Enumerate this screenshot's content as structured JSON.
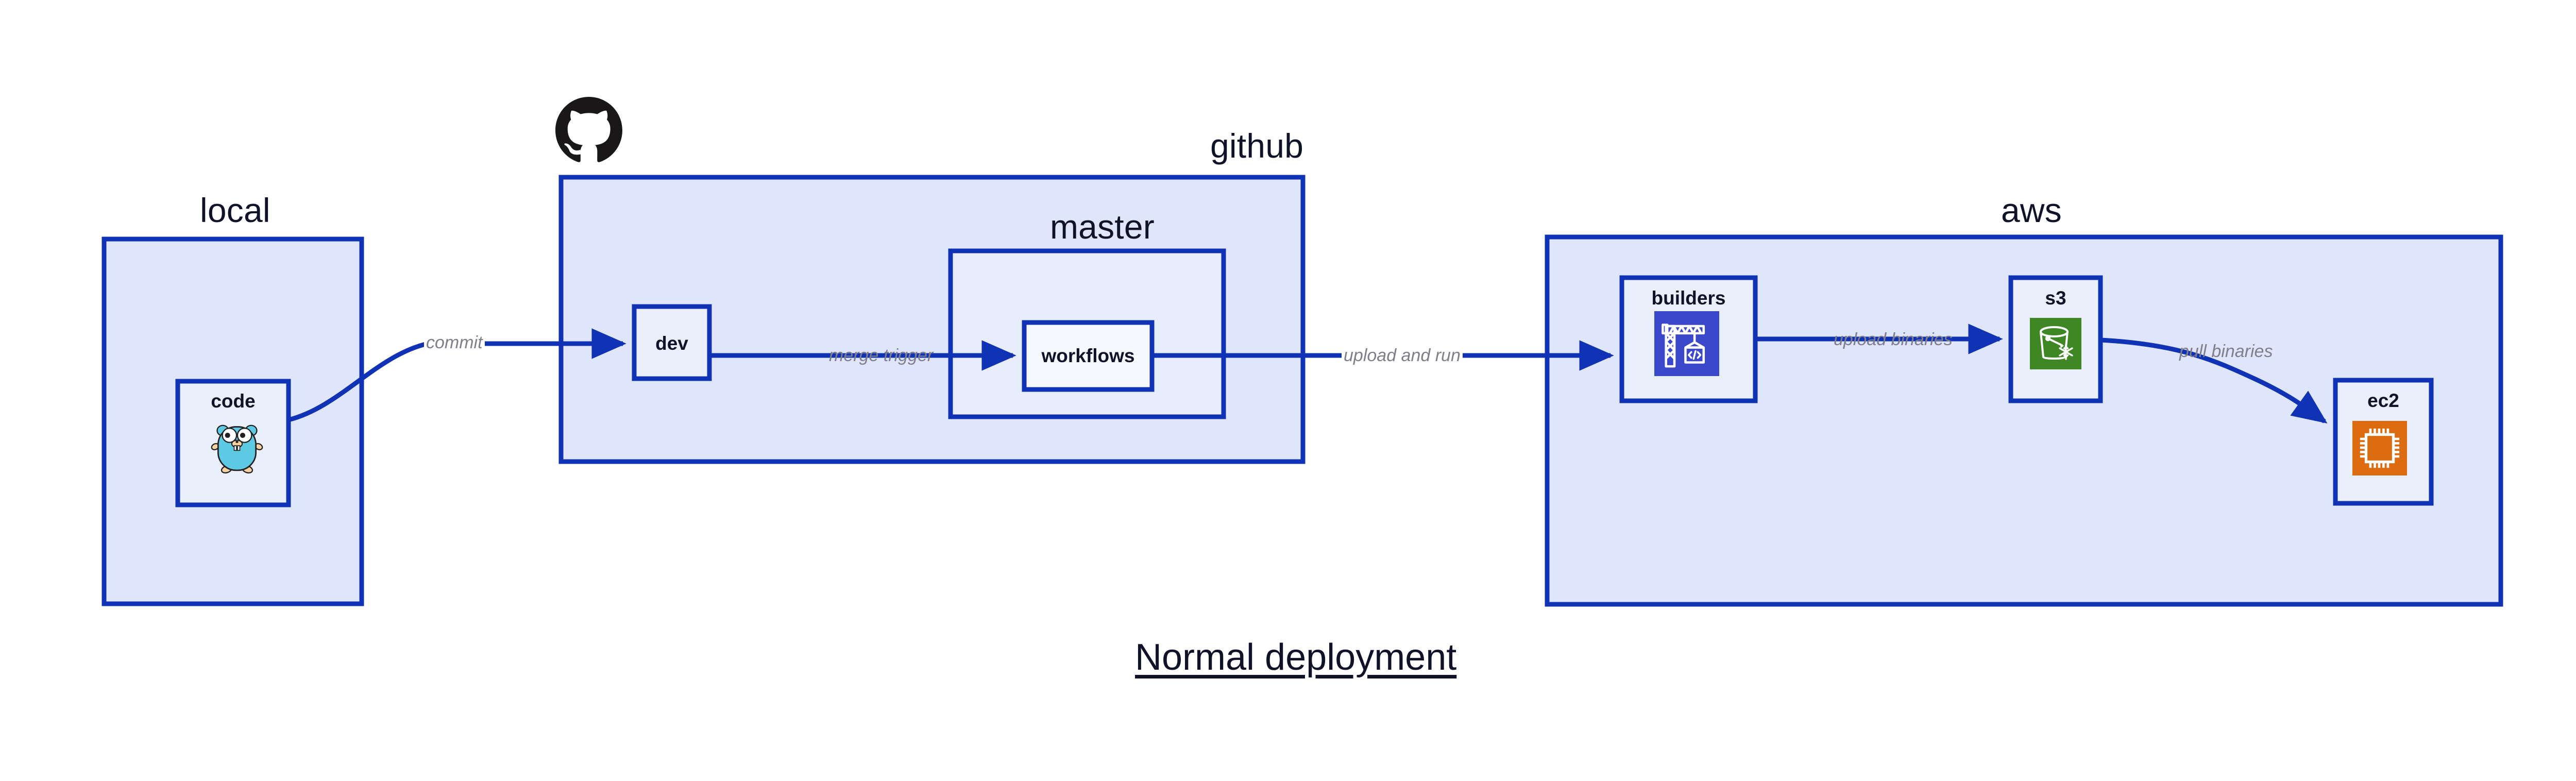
{
  "diagram": {
    "title": "Normal deployment",
    "style": {
      "cluster_fill": "#dfe5fa",
      "cluster_stroke": "#1033b5",
      "node_fill": "#eaeffc",
      "node_stroke": "#1033b5",
      "edge_stroke": "#1033b5",
      "label_color": "#101228",
      "edge_label_color": "#7f7f8c",
      "page_background": "#ffffff"
    },
    "clusters": [
      {
        "id": "local",
        "label": "local"
      },
      {
        "id": "github",
        "label": "github"
      },
      {
        "id": "master",
        "label": "master"
      },
      {
        "id": "aws",
        "label": "aws"
      }
    ],
    "nodes": [
      {
        "id": "code",
        "label": "code",
        "cluster": "local",
        "icon": "go-gopher-icon",
        "icon_color": "#5dc9e2"
      },
      {
        "id": "dev",
        "label": "dev",
        "cluster": "github",
        "icon": null,
        "icon_color": null
      },
      {
        "id": "workflows",
        "label": "workflows",
        "cluster": "master",
        "icon": null,
        "icon_color": null
      },
      {
        "id": "builders",
        "label": "builders",
        "cluster": "aws",
        "icon": "aws-codebuild-icon",
        "icon_color": "#3b48cc"
      },
      {
        "id": "s3",
        "label": "s3",
        "cluster": "aws",
        "icon": "aws-s3-glacier-icon",
        "icon_color": "#3f8624"
      },
      {
        "id": "ec2",
        "label": "ec2",
        "cluster": "aws",
        "icon": "aws-ec2-chip-icon",
        "icon_color": "#dd6b10"
      }
    ],
    "edges": [
      {
        "from": "code",
        "to": "dev",
        "label": "commit"
      },
      {
        "from": "dev",
        "to": "workflows",
        "label": "merge trigger"
      },
      {
        "from": "workflows",
        "to": "builders",
        "label": "upload and run"
      },
      {
        "from": "builders",
        "to": "s3",
        "label": "upload binaries"
      },
      {
        "from": "s3",
        "to": "ec2",
        "label": "pull binaries"
      }
    ],
    "logos": [
      {
        "id": "github-logo",
        "name": "github-octocat-icon",
        "color": "#191717"
      }
    ]
  }
}
